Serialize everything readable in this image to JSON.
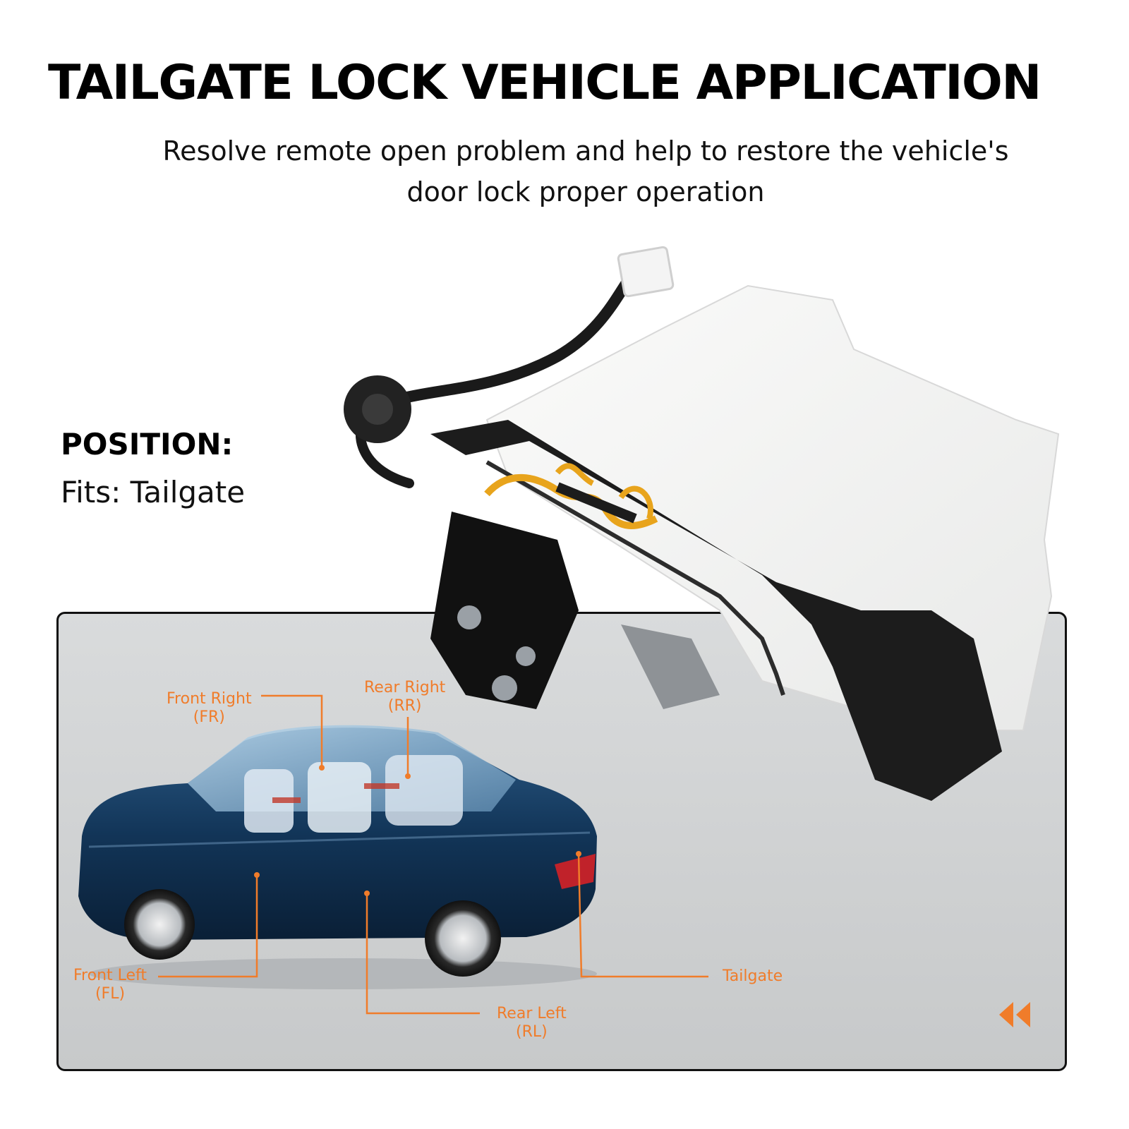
{
  "header": {
    "title": "TAILGATE LOCK VEHICLE APPLICATION",
    "subtitle_line1": "Resolve remote open problem and help to restore the vehicle's",
    "subtitle_line2": "door lock proper operation"
  },
  "position": {
    "label": "POSITION:",
    "value": "Fits: Tailgate"
  },
  "diagram": {
    "labels": {
      "front_right": "Front Right",
      "front_right_code": "(FR)",
      "rear_right": "Rear Right",
      "rear_right_code": "(RR)",
      "front_left": "Front Left",
      "front_left_code": "(FL)",
      "rear_left": "Rear Left",
      "rear_left_code": "(RL)",
      "tailgate": "Tailgate"
    },
    "accent_color": "#f07c2a"
  },
  "icons": [
    "rewind-icon"
  ]
}
